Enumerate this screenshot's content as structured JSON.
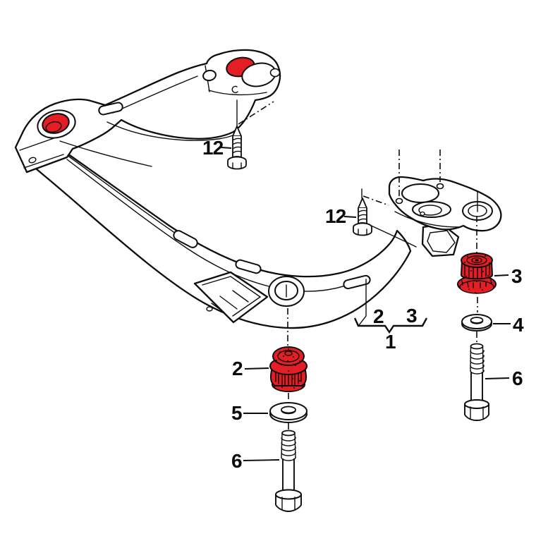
{
  "diagram": {
    "kind": "exploded-parts-diagram",
    "colors": {
      "highlight_red": "#e31e24",
      "line": "#0d0d0d",
      "background": "#ffffff"
    },
    "part_labels": {
      "bolt_12_left": "12",
      "bolt_12_right": "12",
      "bushing_2": "2",
      "bushing_3": "3",
      "washer_4": "4",
      "washer_5": "5",
      "bolt_6_left": "6",
      "bolt_6_right": "6",
      "group_callout": {
        "item_left": "2",
        "item_right": "3",
        "assembly": "1"
      }
    }
  }
}
